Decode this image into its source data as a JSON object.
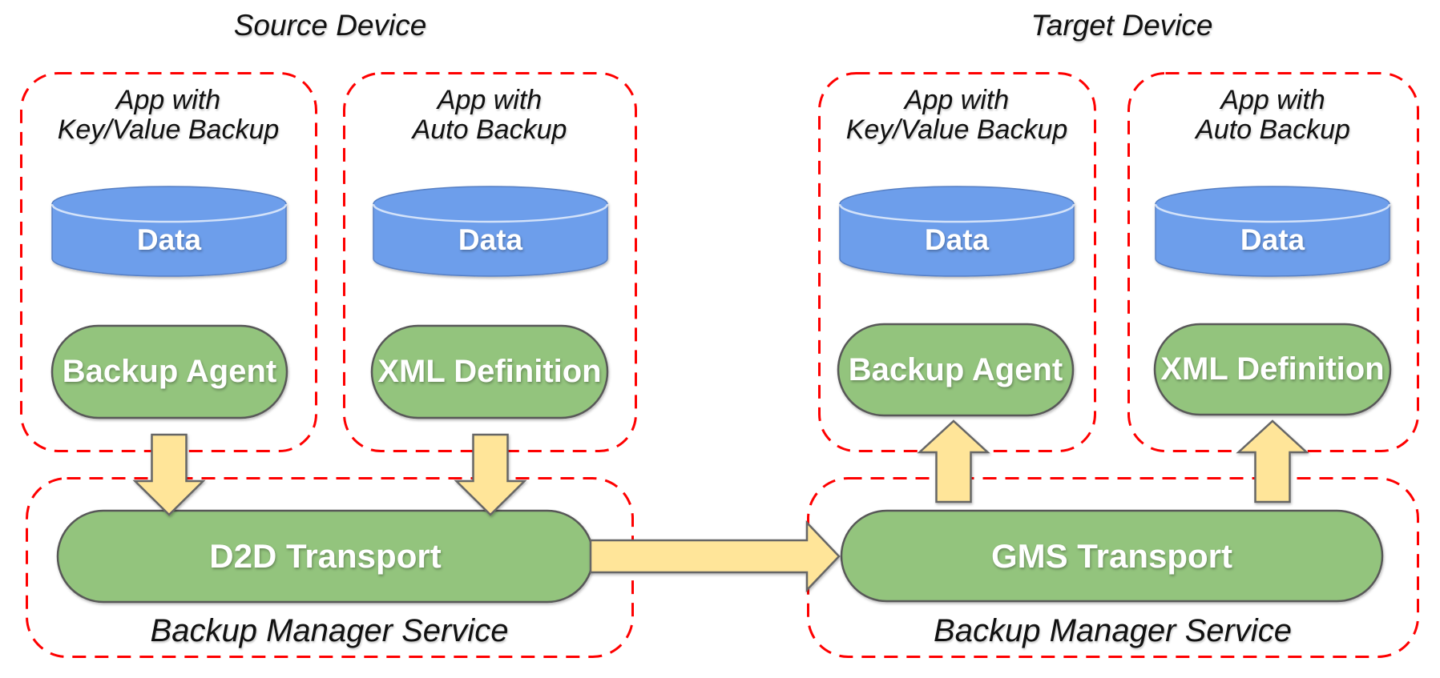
{
  "titles": {
    "source": "Source Device",
    "target": "Target Device"
  },
  "source_device": {
    "apps": [
      {
        "label_line1": "App with",
        "label_line2": "Key/Value Backup",
        "data_label": "Data",
        "component_label": "Backup Agent"
      },
      {
        "label_line1": "App with",
        "label_line2": "Auto Backup",
        "data_label": "Data",
        "component_label": "XML Definition"
      }
    ],
    "service": {
      "transport_label": "D2D Transport",
      "label": "Backup Manager Service"
    }
  },
  "target_device": {
    "apps": [
      {
        "label_line1": "App with",
        "label_line2": "Key/Value Backup",
        "data_label": "Data",
        "component_label": "Backup Agent"
      },
      {
        "label_line1": "App with",
        "label_line2": "Auto Backup",
        "data_label": "Data",
        "component_label": "XML Definition"
      }
    ],
    "service": {
      "transport_label": "GMS Transport",
      "label": "Backup Manager Service"
    }
  },
  "colors": {
    "cylinder_fill": "#6D9EEB",
    "component_fill": "#93C47D",
    "component_border": "#595959",
    "arrow_fill": "#FFE599",
    "arrow_border": "#666666",
    "dashed_border": "#FE0000",
    "text_dark": "#111111",
    "text_light": "#FFFFFF"
  }
}
